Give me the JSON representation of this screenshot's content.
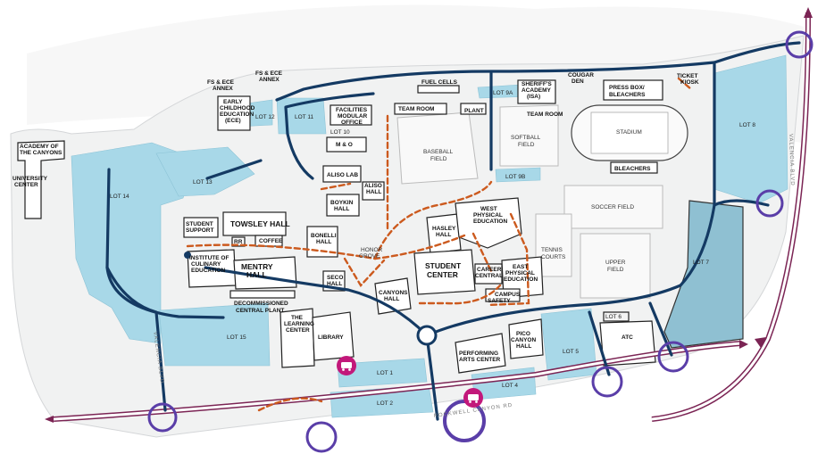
{
  "colors": {
    "parking": "#a8d8e8",
    "route": "#143a63",
    "walkway": "#cc5a1e",
    "perimeter_road": "#7b2454",
    "gate_ring": "#5a3ea8",
    "bus_stop": "#c2187a",
    "campus_ground": "#f1f2f2"
  },
  "icons": {
    "bus_stop": "bus-icon",
    "gate": "entrance-circle-icon"
  },
  "parking_lots": {
    "lot1": "LOT 1",
    "lot2": "LOT 2",
    "lot4": "LOT 4",
    "lot5": "LOT 5",
    "lot6": "LOT 6",
    "lot7": "LOT 7",
    "lot8": "LOT 8",
    "lot9a": "LOT 9A",
    "lot9b": "LOT 9B",
    "lot10": "LOT 10",
    "lot11": "LOT 11",
    "lot12": "LOT 12",
    "lot13": "LOT 13",
    "lot14": "LOT 14",
    "lot15": "LOT 15"
  },
  "buildings": {
    "fs_ece_annex_left": [
      "FS & ECE",
      "ANNEX"
    ],
    "fs_ece_annex_right": [
      "FS & ECE",
      "ANNEX"
    ],
    "early_childhood": [
      "EARLY",
      "CHILDHOOD",
      "EDUCATION",
      "(ECE)"
    ],
    "facilities": [
      "FACILITIES",
      "MODULAR",
      "OFFICE"
    ],
    "m_and_o": "M & O",
    "fuel_cells": "FUEL CELLS",
    "team_room_1": "TEAM ROOM",
    "plant": "PLANT",
    "cougar_den": [
      "COUGAR",
      "DEN"
    ],
    "sheriffs_academy": [
      "SHERIFF'S",
      "ACADEMY",
      "(ISA)"
    ],
    "team_room_2": "TEAM ROOM",
    "press_box": [
      "PRESS BOX/",
      "BLEACHERS"
    ],
    "ticket_kiosk": [
      "TICKET",
      "KIOSK"
    ],
    "bleachers": "BLEACHERS",
    "aliso_lab": "ALISO LAB",
    "aliso_hall": [
      "ALISO",
      "HALL"
    ],
    "boykin_hall": [
      "BOYKIN",
      "HALL"
    ],
    "academy_canyons": [
      "ACADEMY OF",
      "THE CANYONS"
    ],
    "university_center": [
      "UNIVERSITY",
      "CENTER"
    ],
    "student_support": [
      "STUDENT",
      "SUPPORT"
    ],
    "towsley_hall": "TOWSLEY HALL",
    "rr": "RR",
    "coffee": "COFFEE",
    "bonelli_hall": [
      "BONELLI",
      "HALL"
    ],
    "honor_grove": [
      "HONOR",
      "GROVE"
    ],
    "hasley_hall": [
      "HASLEY",
      "HALL"
    ],
    "west_pe": [
      "WEST",
      "PHYSICAL",
      "EDUCATION"
    ],
    "institute_culinary": [
      "INSTITUTE OF",
      "CULINARY",
      "EDUCATION"
    ],
    "mentry_hall": [
      "MENTRY",
      "HALL"
    ],
    "seco_hall": [
      "SECO",
      "HALL"
    ],
    "canyons_hall": [
      "CANYONS",
      "HALL"
    ],
    "student_center": [
      "STUDENT",
      "CENTER"
    ],
    "career_central": [
      "CAREER",
      "CENTRAL"
    ],
    "east_pe": [
      "EAST",
      "PHYSICAL",
      "EDUCATION"
    ],
    "campus_safety": [
      "CAMPUS",
      "SAFETY"
    ],
    "decommissioned": [
      "DECOMMISSIONED",
      "CENTRAL PLANT"
    ],
    "learning_center": [
      "THE",
      "LEARNING",
      "CENTER"
    ],
    "library": "LIBRARY",
    "performing_arts": [
      "PERFORMING",
      "ARTS CENTER"
    ],
    "pico_canyon": [
      "PICO",
      "CANYON",
      "HALL"
    ],
    "atc": "ATC"
  },
  "fields": {
    "baseball": [
      "BASEBALL",
      "FIELD"
    ],
    "softball": [
      "SOFTBALL",
      "FIELD"
    ],
    "stadium": "STADIUM",
    "soccer": "SOCCER FIELD",
    "tennis": [
      "TENNIS",
      "COURTS"
    ],
    "upper_field": [
      "UPPER",
      "FIELD"
    ]
  },
  "roads": {
    "valencia_left": "VALENCIA BLVD",
    "valencia_right": "VALENCIA BLVD",
    "rockwell": "ROCKWELL CANYON RD"
  }
}
